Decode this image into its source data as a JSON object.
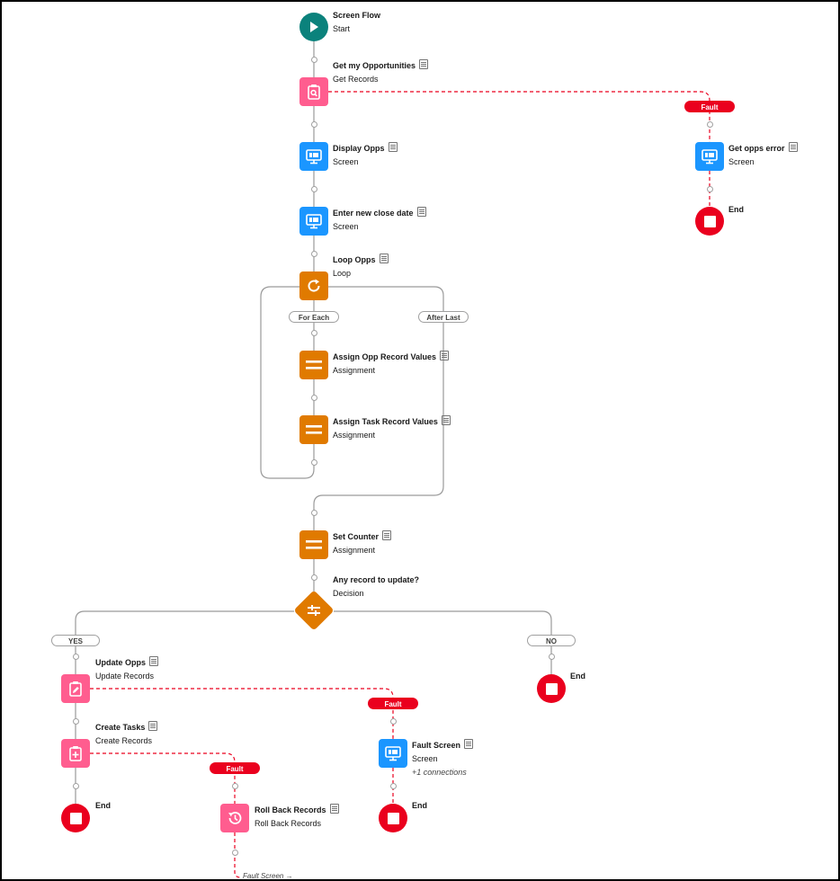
{
  "colors": {
    "screen": "#1b96ff",
    "records": "#ff5d8f",
    "logic": "#e07a00",
    "start": "#0b827c",
    "end": "#ea001e",
    "connector": "#9a9a9a",
    "fault": "#ea001e"
  },
  "nodes": {
    "start": {
      "title": "Screen Flow",
      "subtitle": "Start",
      "icon": "play-icon"
    },
    "get_opps": {
      "title": "Get my Opportunities",
      "subtitle": "Get Records",
      "icon": "clipboard-search-icon"
    },
    "display_opps": {
      "title": "Display Opps",
      "subtitle": "Screen",
      "icon": "screen-icon"
    },
    "enter_date": {
      "title": "Enter new close date",
      "subtitle": "Screen",
      "icon": "screen-icon"
    },
    "loop_opps": {
      "title": "Loop Opps",
      "subtitle": "Loop",
      "icon": "loop-icon"
    },
    "assign_opp": {
      "title": "Assign Opp Record Values",
      "subtitle": "Assignment",
      "icon": "equals-icon"
    },
    "assign_task": {
      "title": "Assign Task Record Values",
      "subtitle": "Assignment",
      "icon": "equals-icon"
    },
    "set_counter": {
      "title": "Set Counter",
      "subtitle": "Assignment",
      "icon": "equals-icon"
    },
    "decision": {
      "title": "Any record to update?",
      "subtitle": "Decision",
      "icon": "decision-icon"
    },
    "update_opps": {
      "title": "Update Opps",
      "subtitle": "Update Records",
      "icon": "clipboard-edit-icon"
    },
    "create_tasks": {
      "title": "Create Tasks",
      "subtitle": "Create Records",
      "icon": "clipboard-add-icon"
    },
    "rollback": {
      "title": "Roll Back Records",
      "subtitle": "Roll Back Records",
      "icon": "history-icon"
    },
    "fault_screen": {
      "title": "Fault Screen",
      "subtitle": "Screen",
      "connections": "+1 connections",
      "icon": "screen-icon"
    },
    "get_opps_error": {
      "title": "Get opps error",
      "subtitle": "Screen",
      "icon": "screen-icon"
    }
  },
  "ends": {
    "error_end": "End",
    "no_end": "End",
    "tasks_end": "End",
    "fault_end": "End"
  },
  "pills": {
    "fault_get": "Fault",
    "for_each": "For Each",
    "after_last": "After Last",
    "yes": "YES",
    "no": "NO",
    "fault_update": "Fault",
    "fault_create": "Fault"
  },
  "fault_link": "Fault Screen →"
}
